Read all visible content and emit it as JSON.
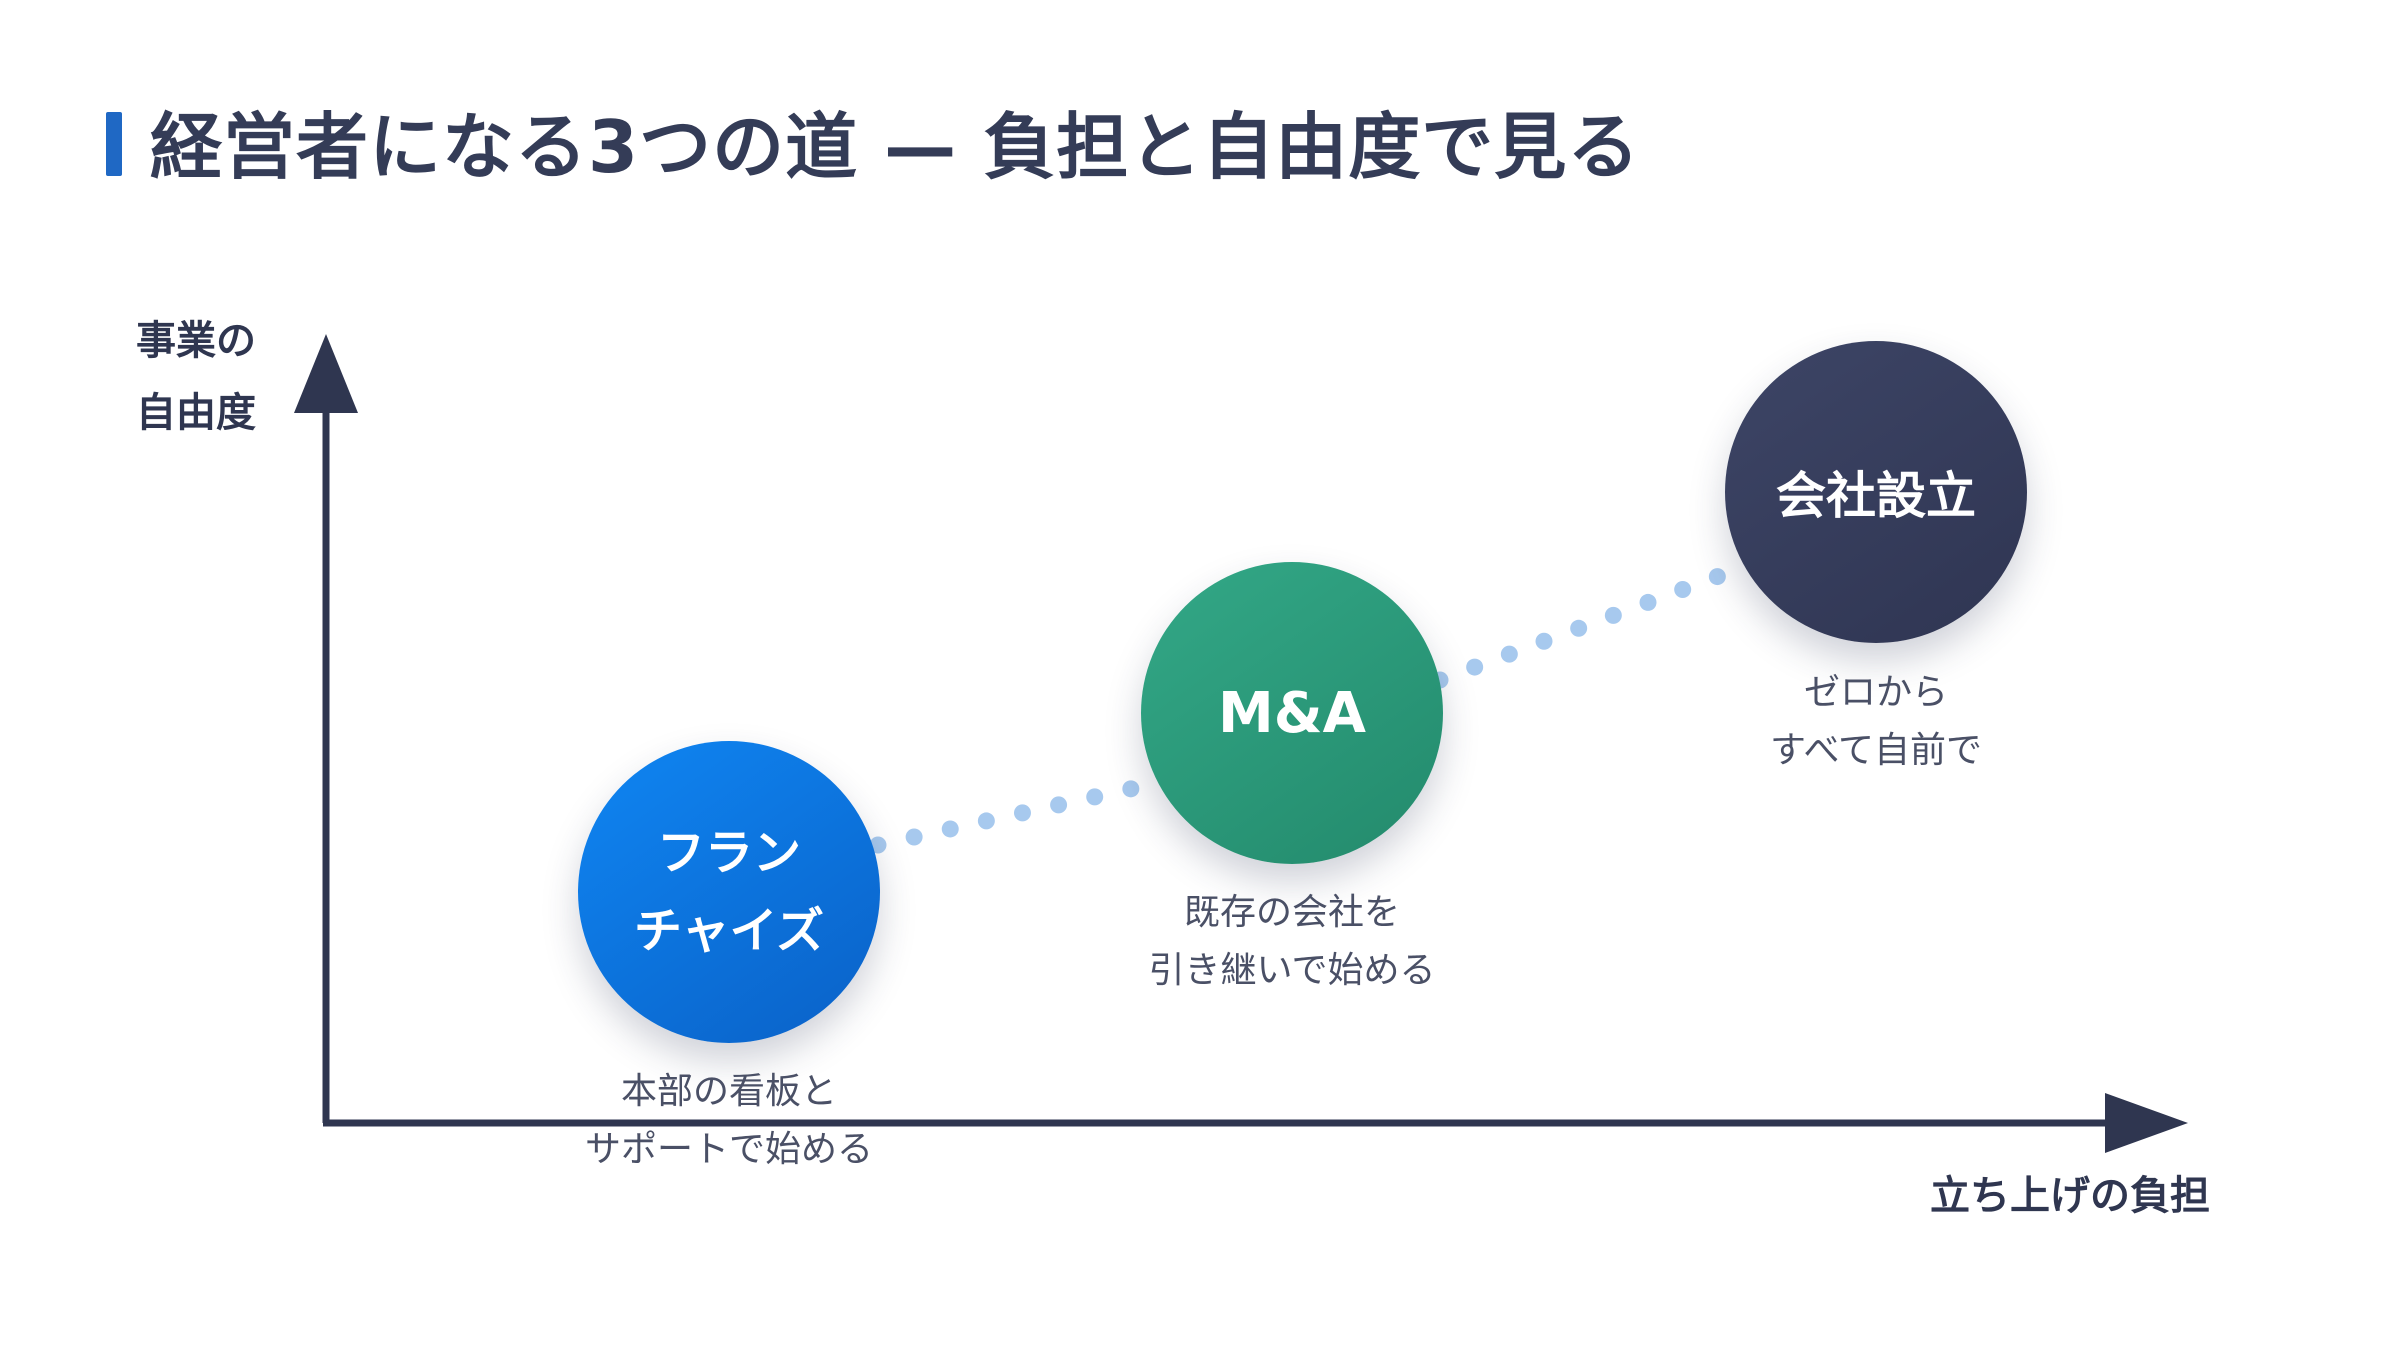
{
  "title": "経営者になる3つの道 — 負担と自由度で見る",
  "axes": {
    "y_label_lines": [
      "事業の",
      "自由度"
    ],
    "x_label": "立ち上げの負担"
  },
  "paths": [
    {
      "name_lines": [
        "フラン",
        "チャイズ"
      ],
      "desc_lines": [
        "本部の看板と",
        "サポートで始める"
      ],
      "color": "#0a74e0"
    },
    {
      "name_lines": [
        "M&A"
      ],
      "desc_lines": [
        "既存の会社を",
        "引き継いで始める"
      ],
      "color": "#2a9a7a"
    },
    {
      "name_lines": [
        "会社設立"
      ],
      "desc_lines": [
        "ゼロから",
        "すべて自前で"
      ],
      "color": "#363c5a"
    }
  ],
  "colors": {
    "accent": "#1f68c4",
    "axis": "#2f3650",
    "dots": "#a7c9ee"
  }
}
